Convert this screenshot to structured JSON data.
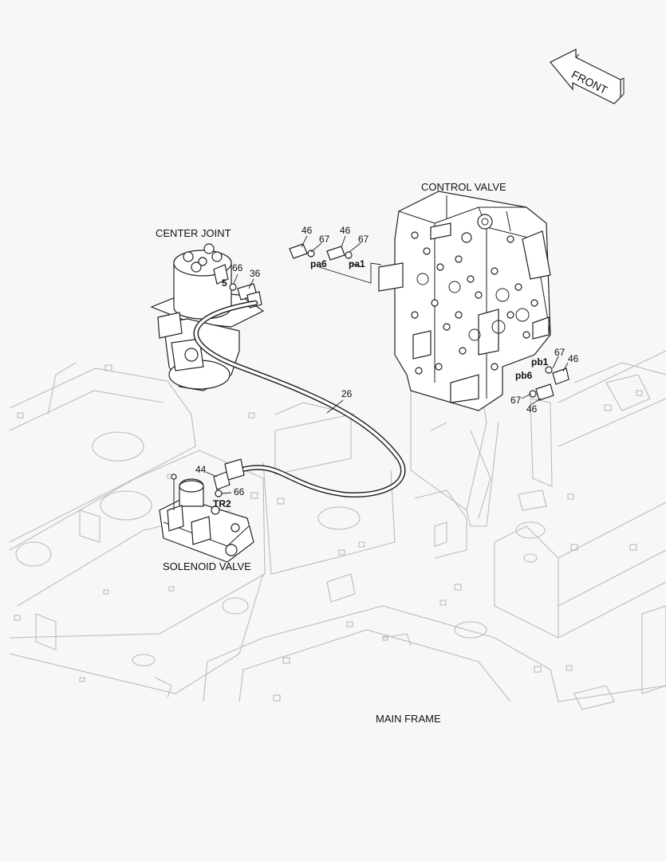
{
  "front_indicator": {
    "label": "FRONT"
  },
  "components": {
    "center_joint": "CENTER JOINT",
    "control_valve": "CONTROL VALVE",
    "solenoid_valve": "SOLENOID VALVE",
    "main_frame": "MAIN FRAME"
  },
  "ports": {
    "pa6": "pa6",
    "pa1": "pa1",
    "pb1": "pb1",
    "pb6": "pb6",
    "tr2": "TR2",
    "port_5": "5"
  },
  "callouts": {
    "cv_left_46": "46",
    "cv_left_67": "67",
    "cv_mid_46": "46",
    "cv_mid_67": "67",
    "cv_right_upper_67": "67",
    "cv_right_upper_46": "46",
    "cv_right_lower_67": "67",
    "cv_right_lower_46": "46",
    "cj_66": "66",
    "cj_36": "36",
    "hose_26": "26",
    "sv_44": "44",
    "sv_66": "66"
  },
  "colors": {
    "background": "#f7f7f7",
    "frame_line": "#bbbbbb",
    "part_line": "#222222"
  }
}
